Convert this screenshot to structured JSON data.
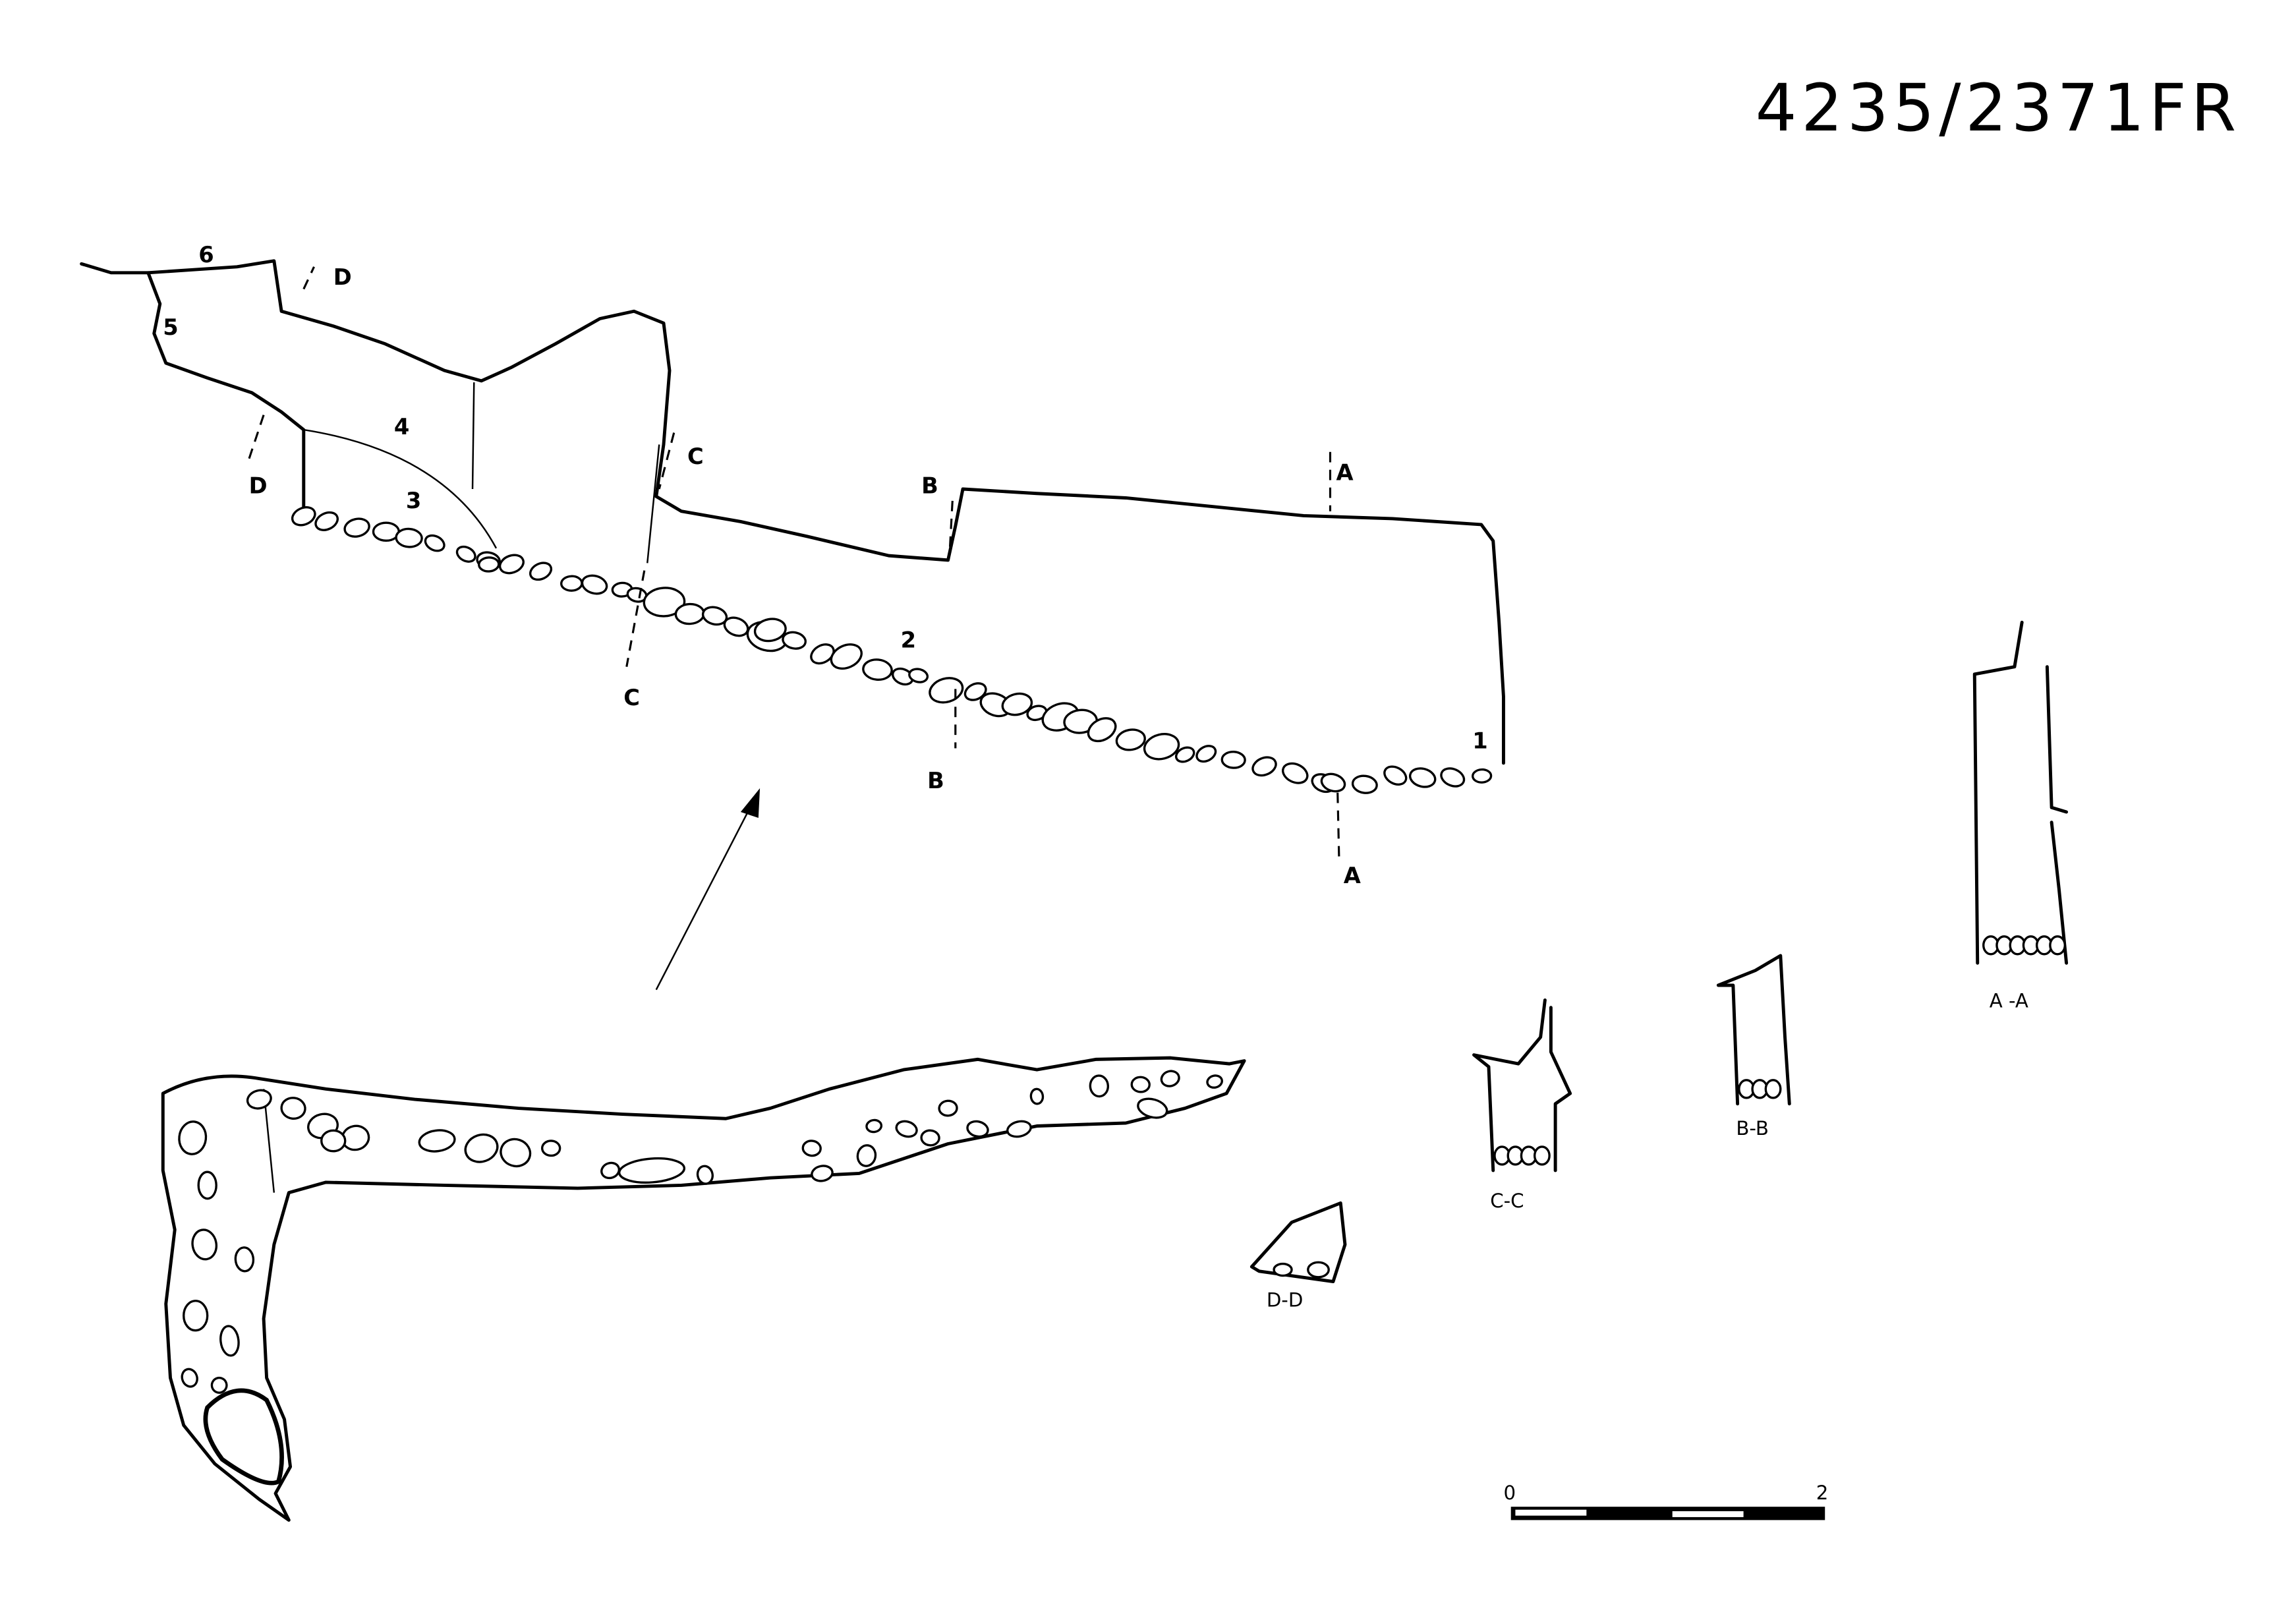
{
  "title": "4235/2371FR",
  "main_section": {
    "layer_labels": [
      "1",
      "2",
      "3",
      "4",
      "5",
      "6"
    ],
    "section_marks": {
      "a": "A",
      "b": "B",
      "c": "C",
      "d": "D"
    }
  },
  "sections": {
    "aa": "A -A",
    "bb": "B-B",
    "cc": "C-C",
    "dd": "D-D"
  },
  "scale_bar": {
    "start": "0",
    "end": "2"
  },
  "colors": {
    "ink": "#000000",
    "paper": "#ffffff"
  }
}
